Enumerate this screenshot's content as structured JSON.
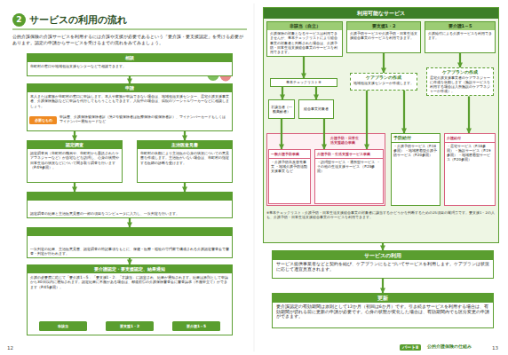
{
  "diagram": {
    "title": "サービスの利用の流れ",
    "nodes": [
      {
        "text": [
          "相談",
          "市町村の窓口や地域包括支援センターなどで相談できます。"
        ]
      },
      {
        "text": [
          "申請",
          "本人または家族が市町村の窓口に申請します。本人や家族が申請できない場合は、地域包括支援センター、居宅介護支援事業者、介護保険施設などに申請を代行してもらうこともできます。入院中の場合は、病院のソーシャルワーカーなどに相談しましょう。",
          "申請書、介護保険被保険者証（第2号被保険者は医療保険の被保険者証）、マイナンバーカードもしくはマイナンバー通知カードなど"
        ]
      },
      {
        "text": [
          "必要なもの"
        ],
        "in": 1
      },
      {
        "text": [
          "認定調査",
          "認定調査員（市町村の職員や、市町村から委託されたケアマネジャーなど）が自宅などを訪問し、心身の状態や日常生活の状況などについて聞き取り調査を行います（P.49参照）。"
        ]
      },
      {
        "text": [
          "主治医意見書",
          "市町村の依頼により主治医が心身の状況についての意見書を作成します。主治医がいない場合は、市町村の指定する医師の診断を受けます。"
        ]
      },
      {
        "text": [
          "一次判定",
          "（コンピュータによる判定）",
          "認定調査の結果と主治医意見書の一部の項目をコンピュータに入力し、一次判定を行います。"
        ]
      },
      {
        "text": [
          "二次判定",
          "（介護認定審査会）",
          "一次判定の結果、主治医意見書、認定調査の特記事項をもとに、保健・医療・福祉の専門家で構成される介護認定審査会で審査・判定が行われます。"
        ]
      },
      {
        "text": [
          "要介護認定・要支援認定、結果通知",
          "介護の必要度に応じて「要介護1～5」「要支援1・2」「非該当」に認定され、結果が通知されます。結果は原則として申請から30日以内に通知されます。認定結果に不服がある場合は、都道府県の介護保険審査会に審査請求（不服申立て）ができます（P.45参照）。"
        ]
      },
      {
        "text": [
          "非該当"
        ],
        "in": 7
      },
      {
        "text": [
          "要支援1・2"
        ],
        "in": 7
      },
      {
        "text": [
          "要介護1～5"
        ],
        "in": 7
      },
      {
        "text": [
          "利用可能なサービス"
        ]
      },
      {
        "text": [
          "非該当（自立）",
          "介護保険の対象となるサービスは利用できませんが、基本チェックリストにより総合事業の対象者と判断された場合は、介護予防・日常生活支援総合事業のサービスを利用できます。"
        ],
        "in": 11
      },
      {
        "text": [
          "要支援1・2",
          "介護予防サービスや介護予防・日常生活支援総合事業のサービスを利用できます。"
        ],
        "in": 11
      },
      {
        "text": [
          "要介護1～5",
          "介護給付による介護サービスを利用できます。"
        ],
        "in": 11
      },
      {
        "text": [
          "基本チェックリスト※"
        ],
        "in": 11
      },
      {
        "text": [
          "非該当者（一般高齢者）"
        ],
        "in": 11
      },
      {
        "text": [
          "総合事業対象者"
        ],
        "in": 11
      },
      {
        "text": [
          "ケアプランの作成",
          "地域包括支援センターが作成します。"
        ],
        "in": 11
      },
      {
        "text": [
          "ケアプランの作成",
          "居宅介護支援事業者のケアマネジャーに作成を依頼します（施設サービスを利用する場合は入所施設のケアマネジャーが作成）。"
        ],
        "in": 11
      },
      {
        "text": [
          "介護予防・日常生活支援総合事業"
        ],
        "in": 11
      },
      {
        "text": [
          "一般介護予防事業",
          "・介護予防普及啓発事業 ・地域介護予防活動支援事業 など"
        ],
        "in": 20
      },
      {
        "text": [
          "介護予防・生活支援サービス事業",
          "・訪問型サービス ・通所型サービス ・その他の生活支援サービス （P.28参照）"
        ],
        "in": 20
      },
      {
        "text": [
          "予防給付",
          "・介護予防サービス（P.18参照） ・地域密着型介護予防サービス（P.20参照）"
        ],
        "in": 11
      },
      {
        "text": [
          "介護給付",
          "・居宅サービス（P.18参照） ・施設サービス（P.19参照） ・地域密着型サービス（P.20参照）"
        ],
        "in": 11
      },
      {
        "text": [
          "サービスの利用",
          "サービス提供事業者などと契約を結び、ケアプランにもとづいてサービスを利用します。ケアプランは状況に応じて適宜見直されます。"
        ]
      },
      {
        "text": [
          "更新",
          "要介護認定の有効期間は原則として12か月（初回は6か月）です。引き続きサービスを利用する場合は、有効期間が切れる前に更新の申請が必要です。心身の状態が変化した場合は、有効期間内でも区分変更の申請ができます。"
        ]
      }
    ],
    "edges": [
      {
        "from": 0,
        "to": 1,
        "arrow": "to"
      },
      {
        "from": 1,
        "to": 3,
        "arrow": "to"
      },
      {
        "from": 1,
        "to": 4,
        "arrow": "to"
      },
      {
        "from": 3,
        "to": 5,
        "arrow": "to"
      },
      {
        "from": 4,
        "to": 5,
        "arrow": "to"
      },
      {
        "from": 5,
        "to": 6,
        "arrow": "to"
      },
      {
        "from": 6,
        "to": 7,
        "arrow": "to"
      },
      {
        "from": 12,
        "to": 15,
        "arrow": "to"
      },
      {
        "from": 15,
        "to": 16,
        "arrow": "to"
      },
      {
        "from": 15,
        "to": 17,
        "arrow": "to"
      },
      {
        "from": 13,
        "to": 18,
        "arrow": "to"
      },
      {
        "from": 14,
        "to": 19,
        "arrow": "to"
      },
      {
        "from": 16,
        "to": 21,
        "arrow": "to"
      },
      {
        "from": 17,
        "to": 22,
        "arrow": "to"
      },
      {
        "from": 18,
        "to": 22,
        "arrow": "to"
      },
      {
        "from": 18,
        "to": 23,
        "arrow": "to"
      },
      {
        "from": 19,
        "to": 24,
        "arrow": "to"
      },
      {
        "from": 11,
        "to": 25,
        "arrow": "to"
      },
      {
        "from": 25,
        "to": 26,
        "arrow": "to"
      }
    ],
    "labels": [
      "2",
      "公的介護保険の介護サービスを利用するには介護や支援が必要であるという「要介護・要支援認定」を受ける必要があります。認定の申請からサービスを受けるまでの流れをみてみましょう。",
      "※基本チェックリスト：介護予防・日常生活支援総合事業の対象者に該当するかどうかを判断するための25項目の質問票です。要支援1・2の人も、介護予防・日常生活支援総合事業のサービスを利用できます。",
      "12",
      "13",
      "パートⅡ",
      "公的介護保険の仕組み"
    ]
  }
}
